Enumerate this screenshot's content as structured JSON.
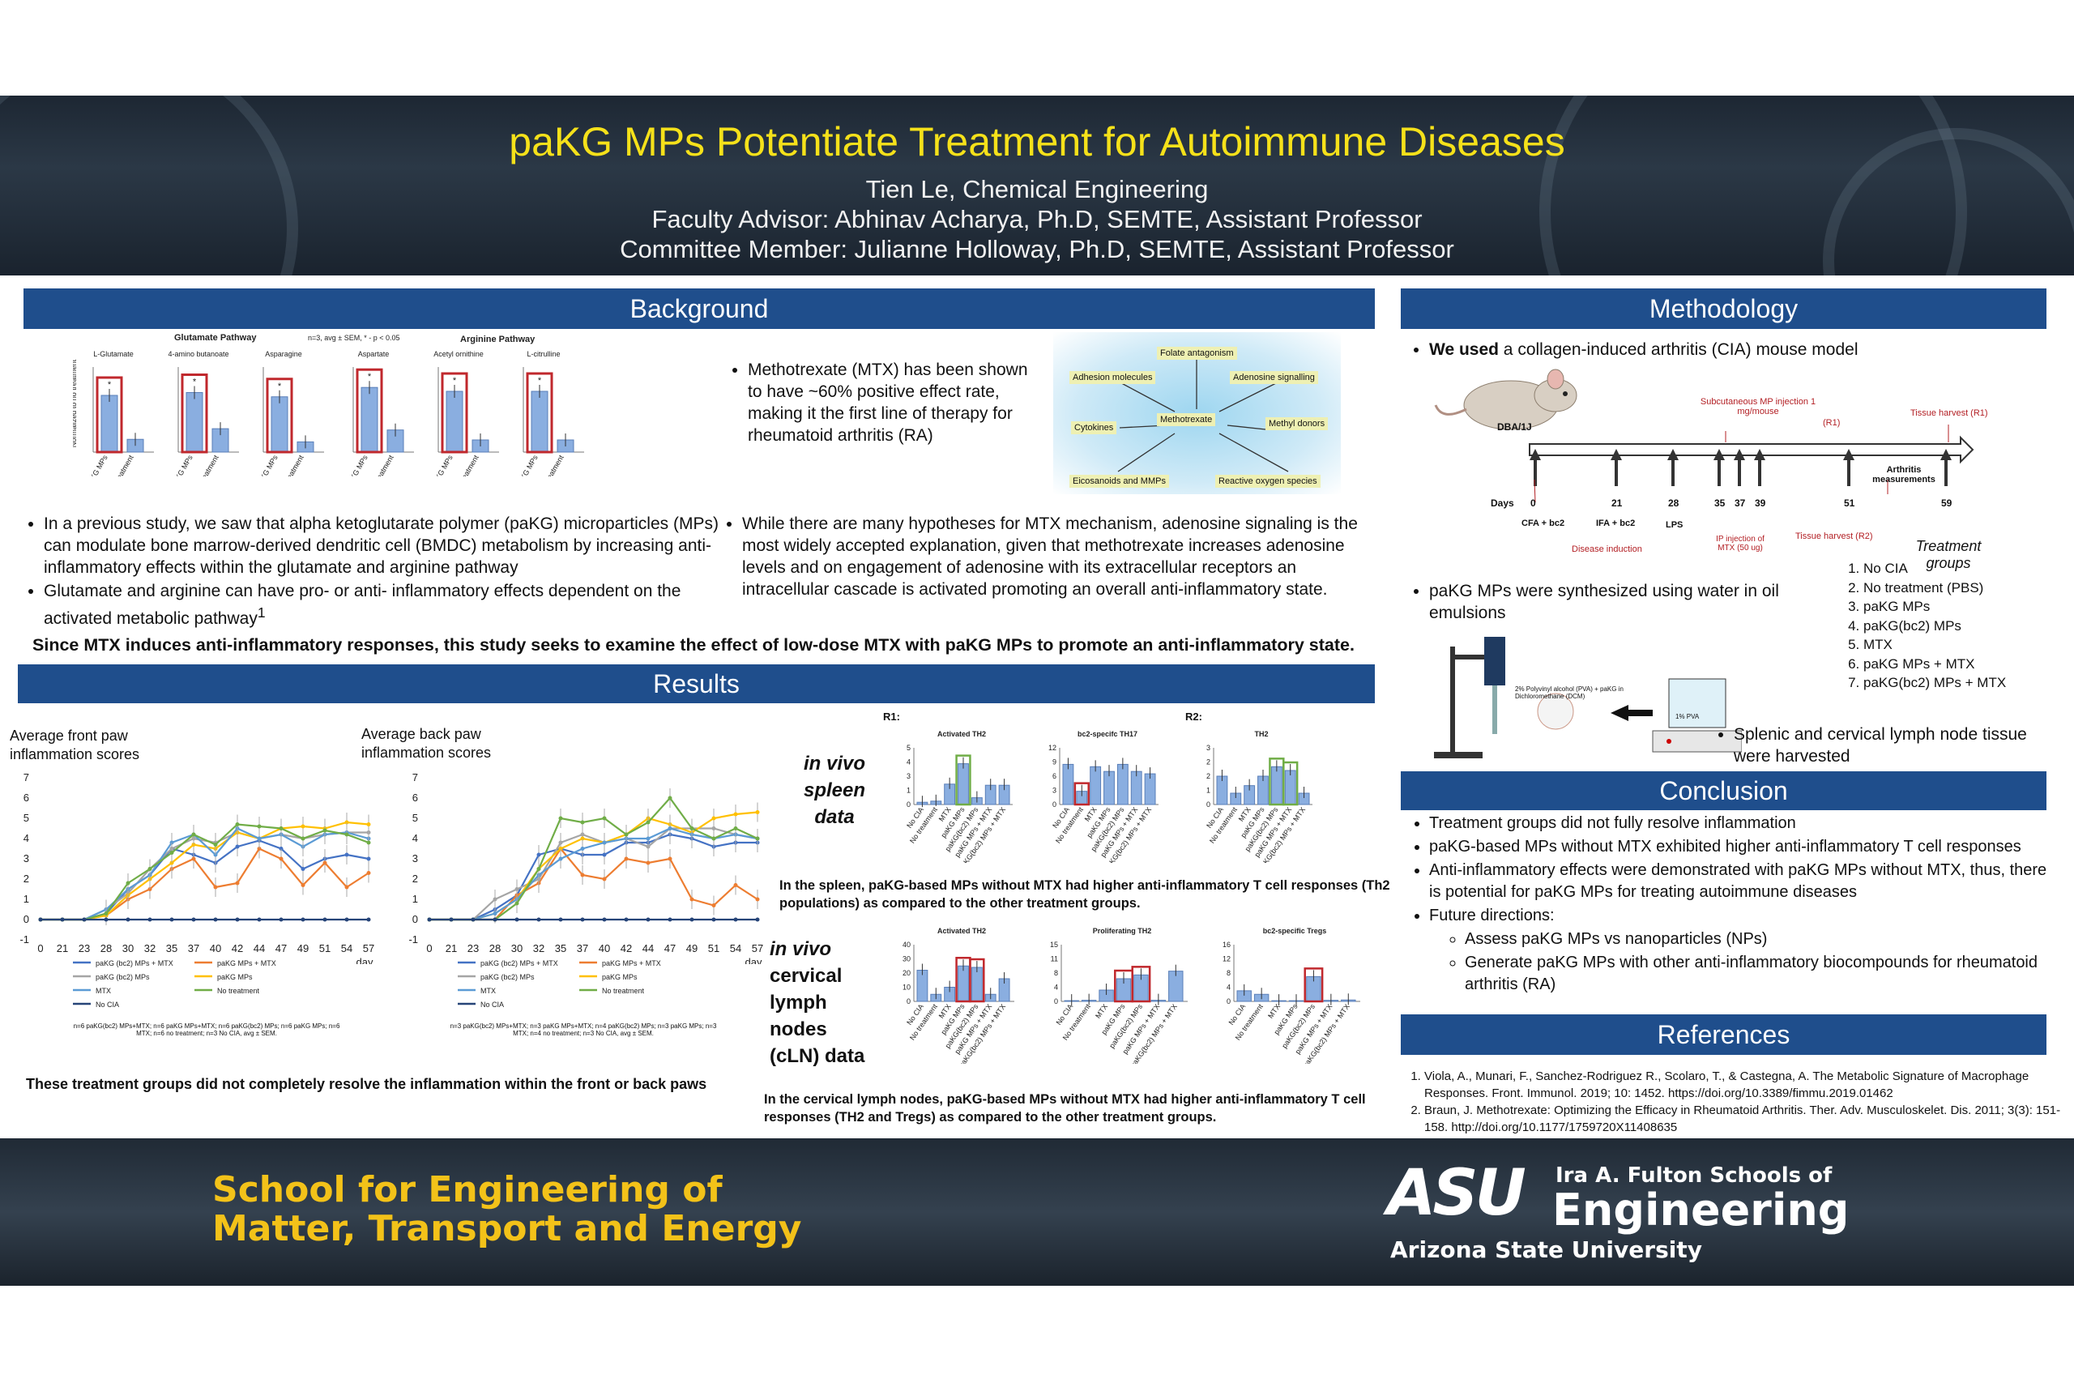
{
  "header": {
    "title": "paKG MPs Potentiate Treatment for Autoimmune Diseases",
    "author": "Tien Le, Chemical Engineering",
    "advisor": "Faculty Advisor: Abhinav Acharya, Ph.D, SEMTE, Assistant Professor",
    "committee": "Committee Member: Julianne Holloway, Ph.D, SEMTE, Assistant Professor"
  },
  "sections": {
    "background": "Background",
    "methodology": "Methodology",
    "results": "Results",
    "conclusion": "Conclusion",
    "references": "References"
  },
  "background": {
    "fig_glutamate": "Glutamate Pathway",
    "fig_stats": "n=3, avg ± SEM, * - p < 0.05",
    "fig_arginine": "Arginine Pathway",
    "fig_ylabel": "Normalized to no treatment",
    "panels": [
      "L-Glutamate",
      "4-amino butanoate",
      "Asparagine",
      "Aspartate",
      "Acetyl ornithine",
      "L-citrulline"
    ],
    "bar_labels": [
      "paKG MPs",
      "No treatment"
    ],
    "mtx_bullet": "Methotrexate (MTX) has been shown to have ~60% positive effect rate, making it the first line of therapy for rheumatoid arthritis (RA)",
    "mtx_diagram": {
      "center": "Methotrexate",
      "nodes": [
        "Folate antagonism",
        "Adenosine signalling",
        "Methyl donors",
        "Reactive oxygen species",
        "Eicosanoids and MMPs",
        "Cytokines",
        "Adhesion molecules"
      ]
    },
    "bullet1": "In a previous study, we saw that alpha ketoglutarate polymer (paKG) microparticles (MPs) can modulate bone marrow-derived dendritic cell (BMDC) metabolism by increasing anti-inflammatory effects within the glutamate and arginine pathway",
    "bullet2": "Glutamate and arginine can have pro- or anti- inflammatory effects dependent on the activated metabolic pathway",
    "bullet2_sup": "1",
    "bullet3": "While there are many hypotheses for MTX mechanism, adenosine signaling is the most widely accepted explanation, given that methotrexate increases adenosine levels and on engagement of adenosine with its extracellular receptors an intracellular cascade is activated promoting an overall anti-inflammatory state.",
    "aim": "Since MTX induces anti-inflammatory responses, this study seeks to examine the effect of low-dose MTX with paKG MPs to promote an anti-inflammatory state."
  },
  "methodology": {
    "bullet1_bold": "We used",
    "bullet1_rest": " a collagen-induced arthritis (CIA) mouse model",
    "mouse_label": "DBA/1J",
    "timeline": {
      "days_label": "Days",
      "days": [
        "0",
        "21",
        "28",
        "35",
        "37",
        "39",
        "51",
        "59"
      ],
      "below": [
        "CFA + bc2",
        "IFA + bc2",
        "LPS"
      ],
      "disease_induction": "Disease induction",
      "ip_injection": "IP injection of MTX (50 ug)",
      "sub_injection": "Subcutaneous MP injection 1 mg/mouse",
      "r1": "(R1)",
      "harvest_r1": "Tissue harvest (R1)",
      "harvest_r2": "Tissue harvest (R2)",
      "arthritis": "Arthritis measurements"
    },
    "groups_title": "Treatment groups",
    "groups": [
      "No CIA",
      "No treatment (PBS)",
      "paKG MPs",
      "paKG(bc2) MPs",
      "MTX",
      "paKG MPs + MTX",
      "paKG(bc2) MPs + MTX"
    ],
    "bullet2": "paKG MPs were synthesized using water in oil emulsions",
    "emulsion_label1": "2% Polyvinyl alcohol (PVA) + paKG in Dichloromethane (DCM)",
    "emulsion_label2": "1% PVA",
    "bullet3": "Splenic and cervical lymph node tissue were harvested"
  },
  "results": {
    "front_title": "Average front paw inflammation scores",
    "back_title": "Average back paw inflammation scores",
    "xlabel": "day",
    "front_note": "n=6 paKG(bc2) MPs+MTX; n=6 paKG MPs+MTX; n=6 paKG(bc2) MPs; n=6 paKG MPs; n=6 MTX; n=6 no treatment; n=3 No CIA, avg ± SEM.",
    "back_note": "n=3 paKG(bc2) MPs+MTX; n=3 paKG MPs+MTX; n=4 paKG(bc2) MPs; n=3 paKG MPs; n=3 MTX; n=4 no treatment; n=3 No CIA, avg ± SEM.",
    "paw_caption": "These treatment groups did not completely resolve the inflammation within the front or back paws",
    "spleen_label": "in vivo spleen data",
    "cln_label_italic": "in vivo",
    "cln_label_rest": "cervical lymph nodes (cLN) data",
    "r1": "R1:",
    "r2": "R2:",
    "spleen_titles": [
      "Activated TH2",
      "bc2-specifc TH17",
      "TH2"
    ],
    "cln_titles": [
      "Activated TH2",
      "Proliferating TH2",
      "bc2-specific Tregs"
    ],
    "spleen_caption": "In the spleen, paKG-based MPs without MTX had higher anti-inflammatory T cell responses (Th2 populations) as compared to the other treatment groups.",
    "cln_caption": "In the cervical lymph nodes, paKG-based MPs without MTX had higher anti-inflammatory T cell responses (TH2 and Tregs) as compared to the other treatment groups."
  },
  "chart_data": [
    {
      "type": "line",
      "title": "Average front paw inflammation scores",
      "xlabel": "day",
      "x": [
        0,
        21,
        23,
        28,
        30,
        32,
        35,
        37,
        40,
        42,
        44,
        47,
        49,
        51,
        54,
        57
      ],
      "ylim": [
        -1,
        7
      ],
      "series": [
        {
          "name": "paKG (bc2) MPs + MTX",
          "values": [
            0,
            0,
            0,
            0.3,
            1.5,
            2.2,
            3.5,
            3.2,
            2.8,
            3.6,
            3.9,
            3.5,
            2.5,
            3.0,
            3.2,
            3.0
          ]
        },
        {
          "name": "paKG MPs + MTX",
          "values": [
            0,
            0,
            0,
            0.2,
            1.0,
            1.5,
            2.5,
            3.0,
            1.6,
            1.8,
            3.5,
            3.0,
            1.7,
            2.8,
            1.6,
            2.3
          ]
        },
        {
          "name": "paKG (bc2) MPs",
          "values": [
            0,
            0,
            0,
            0.5,
            1.3,
            2.5,
            3.5,
            4.0,
            3.8,
            4.3,
            4.0,
            4.2,
            4.0,
            4.2,
            4.3,
            4.3
          ]
        },
        {
          "name": "paKG MPs",
          "values": [
            0,
            0,
            0,
            0.2,
            1.2,
            2.0,
            2.8,
            3.7,
            3.5,
            4.3,
            4.0,
            4.5,
            4.6,
            4.5,
            4.8,
            4.7
          ]
        },
        {
          "name": "MTX",
          "values": [
            0,
            0,
            0,
            0.5,
            1.5,
            2.2,
            3.8,
            4.2,
            3.2,
            4.5,
            4.0,
            4.2,
            3.6,
            4.2,
            4.3,
            4.0
          ]
        },
        {
          "name": "No treatment",
          "values": [
            0,
            0,
            0,
            0.3,
            1.8,
            2.5,
            3.3,
            4.2,
            3.7,
            4.7,
            4.6,
            4.5,
            4.0,
            4.4,
            4.2,
            3.8
          ]
        },
        {
          "name": "No CIA",
          "values": [
            0,
            0,
            0,
            0,
            0,
            0,
            0,
            0,
            0,
            0,
            0,
            0,
            0,
            0,
            0,
            0
          ]
        }
      ]
    },
    {
      "type": "line",
      "title": "Average back paw inflammation scores",
      "xlabel": "day",
      "x": [
        0,
        21,
        23,
        28,
        30,
        32,
        35,
        37,
        40,
        42,
        44,
        47,
        49,
        51,
        54,
        57
      ],
      "ylim": [
        -1,
        7
      ],
      "series": [
        {
          "name": "paKG (bc2) MPs + MTX",
          "values": [
            0,
            0,
            0,
            0.5,
            1.2,
            3.2,
            3.5,
            3.2,
            3.2,
            3.8,
            3.8,
            4.2,
            4.0,
            3.6,
            3.8,
            3.8
          ]
        },
        {
          "name": "paKG MPs + MTX",
          "values": [
            0,
            0,
            0,
            0,
            1.2,
            1.8,
            3.5,
            2.2,
            2.0,
            3.0,
            2.8,
            3.0,
            1.0,
            0.7,
            1.7,
            1.0
          ]
        },
        {
          "name": "paKG (bc2) MPs",
          "values": [
            0,
            0,
            0,
            1.0,
            1.5,
            2.0,
            3.8,
            4.2,
            3.8,
            4.0,
            3.6,
            4.5,
            4.5,
            4.5,
            4.2,
            4.0
          ]
        },
        {
          "name": "paKG MPs",
          "values": [
            0,
            0,
            0,
            0.3,
            1.0,
            2.5,
            3.5,
            4.0,
            3.8,
            4.2,
            5.0,
            4.7,
            4.3,
            5.0,
            5.2,
            5.3
          ]
        },
        {
          "name": "MTX",
          "values": [
            0,
            0,
            0,
            0.3,
            1.0,
            2.2,
            3.0,
            3.5,
            3.8,
            4.0,
            4.0,
            4.5,
            4.2,
            4.0,
            4.2,
            4.0
          ]
        },
        {
          "name": "No treatment",
          "values": [
            0,
            0,
            0,
            0,
            0.8,
            2.5,
            5.0,
            4.8,
            5.0,
            4.2,
            4.8,
            6.0,
            4.5,
            4.0,
            4.5,
            4.0
          ]
        },
        {
          "name": "No CIA",
          "values": [
            0,
            0,
            0,
            0,
            0,
            0,
            0,
            0,
            0,
            0,
            0,
            0,
            0,
            0,
            0,
            0
          ]
        }
      ]
    }
  ],
  "legend": [
    {
      "name": "paKG (bc2) MPs + MTX",
      "color": "#4472c4"
    },
    {
      "name": "paKG MPs + MTX",
      "color": "#ed7d31"
    },
    {
      "name": "paKG (bc2) MPs",
      "color": "#a5a5a5"
    },
    {
      "name": "paKG MPs",
      "color": "#ffc000"
    },
    {
      "name": "MTX",
      "color": "#5b9bd5"
    },
    {
      "name": "No treatment",
      "color": "#70ad47"
    },
    {
      "name": "No CIA",
      "color": "#264478"
    }
  ],
  "bar_groups": [
    "No CIA",
    "No treatment",
    "MTX",
    "paKG MPs",
    "paKG(bc2) MPs",
    "paKG MPs + MTX",
    "paKG(bc2) MPs + MTX"
  ],
  "conclusion": {
    "bullets": [
      "Treatment groups did not fully resolve inflammation",
      "paKG-based MPs without MTX exhibited higher anti-inflammatory T cell responses",
      "Anti-inflammatory effects were demonstrated with paKG MPs without MTX, thus, there is potential for paKG MPs for treating autoimmune diseases",
      "Future directions:"
    ],
    "sub": [
      "Assess paKG MPs vs nanoparticles (NPs)",
      "Generate paKG MPs with other anti-inflammatory biocompounds for rheumatoid arthritis (RA)"
    ]
  },
  "references": [
    "Viola, A., Munari, F., Sanchez-Rodriguez R., Scolaro, T., & Castegna, A. The Metabolic Signature of Macrophage Responses. Front. Immunol. 2019; 10: 1452. https://doi.org/10.3389/fimmu.2019.01462",
    "Braun, J. Methotrexate: Optimizing the Efficacy in Rheumatoid Arthritis. Ther. Adv. Musculoskelet. Dis. 2011; 3(3): 151-158. http://doi.org/10.1177/1759720X11408635"
  ],
  "footer": {
    "school_line1": "School for Engineering of",
    "school_line2": "Matter, Transport and Energy",
    "asu": "ASU",
    "fulton": "Ira A. Fulton Schools of",
    "engineering": "Engineering",
    "university": "Arizona State University"
  }
}
